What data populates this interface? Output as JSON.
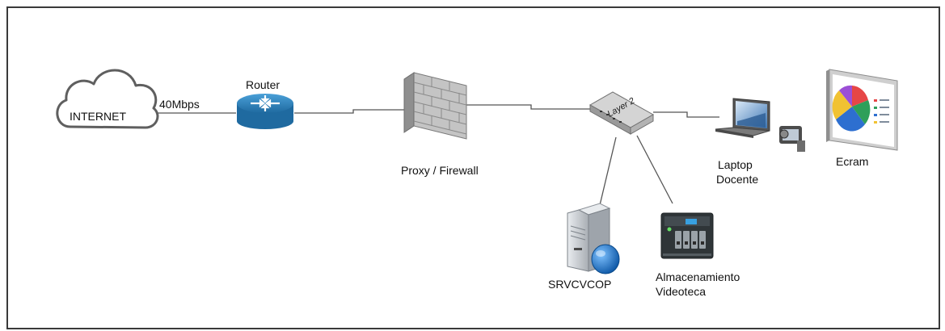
{
  "nodes": {
    "internet": {
      "label": "INTERNET"
    },
    "router": {
      "label": "Router"
    },
    "firewall": {
      "label": "Proxy / Firewall"
    },
    "switch": {
      "label": "Layer 2"
    },
    "laptop": {
      "label_line1": "Laptop",
      "label_line2": "Docente"
    },
    "screen": {
      "label": "Ecram"
    },
    "server": {
      "label": "SRVCVCOP"
    },
    "storage": {
      "label_line1": "Almacenamiento",
      "label_line2": "Videoteca"
    }
  },
  "links": {
    "internet_router": {
      "label": "40Mbps"
    }
  },
  "colors": {
    "line": "#555555",
    "cloud_stroke": "#606060",
    "router_blue": "#2b7fb8",
    "firewall": "#b8b8b8",
    "switch": "#c7c7c7",
    "server": "#cfd3d8",
    "globe": "#1e73c7"
  }
}
